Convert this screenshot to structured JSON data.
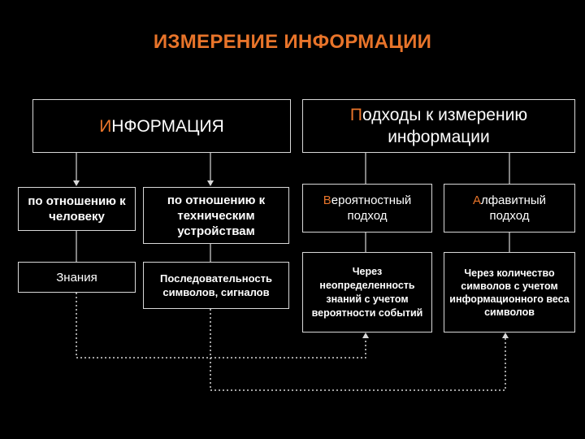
{
  "title": "ИЗМЕРЕНИЕ ИНФОРМАЦИИ",
  "left": {
    "header": {
      "first_letter": "И",
      "rest": "НФОРМАЦИЯ"
    },
    "branch_human": "по отношению к человеку",
    "branch_tech": "по отношению к техническим устройствам",
    "leaf_human": "Знания",
    "leaf_tech": "Последовательность символов, сигналов"
  },
  "right": {
    "header": {
      "first_letter": "П",
      "rest": "одходы к измерению информации"
    },
    "prob": {
      "first_letter": "В",
      "rest": "ероятностный подход"
    },
    "alpha": {
      "first_letter": "А",
      "rest": "лфавитный подход"
    },
    "prob_desc": "Через неопределенность знаний с учетом вероятности событий",
    "alpha_desc": "Через количество символов с учетом информационного веса символов"
  },
  "colors": {
    "accent": "#e8742a",
    "line": "#d8d8d8",
    "background": "#000000"
  }
}
